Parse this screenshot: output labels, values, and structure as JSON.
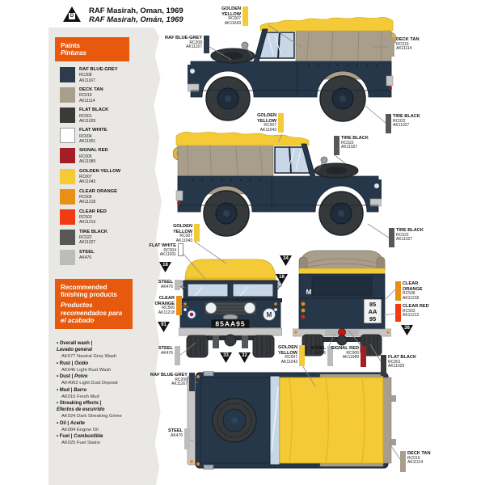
{
  "header": {
    "badge_letter": "D",
    "title_en": "RAF Masirah, Oman, 1969",
    "title_es": "RAF Masirah, Omán, 1969"
  },
  "sidebar": {
    "paints_title_en": "Paints",
    "paints_title_es": "Pinturas",
    "paints": [
      {
        "key": "rafblue",
        "name": "RAF BLUE-GREY",
        "code": "RC208",
        "ak": "AK11167",
        "hex": "#2d3b4b"
      },
      {
        "key": "decktan",
        "name": "DECK TAN",
        "code": "RC019",
        "ak": "AK11114",
        "hex": "#a89e8b"
      },
      {
        "key": "flatblack",
        "name": "FLAT BLACK",
        "code": "RC001",
        "ak": "AK11029",
        "hex": "#3a3a3a"
      },
      {
        "key": "flatwhite",
        "name": "FLAT WHITE",
        "code": "RC004",
        "ak": "AK11001",
        "hex": "#ffffff"
      },
      {
        "key": "signalred",
        "name": "SIGNAL RED",
        "code": "RC005",
        "ak": "AK11089",
        "hex": "#a41e24"
      },
      {
        "key": "goldenyellow",
        "name": "GOLDEN YELLOW",
        "code": "RC007",
        "ak": "AK11043",
        "hex": "#f4ca36"
      },
      {
        "key": "clearorange",
        "name": "CLEAR ORANGE",
        "code": "RC506",
        "ak": "AK11218",
        "hex": "#e79015"
      },
      {
        "key": "clearred",
        "name": "CLEAR RED",
        "code": "RC503",
        "ak": "AK11213",
        "hex": "#f03c12"
      },
      {
        "key": "tireblack",
        "name": "TIRE BLACK",
        "code": "RC022",
        "ak": "AK11027",
        "hex": "#575757"
      },
      {
        "key": "steel",
        "name": "STEEL",
        "code": "",
        "ak": "AK476",
        "hex": "#bcbcbc"
      }
    ],
    "finishing_title_en": "Recommended finishing products",
    "finishing_title_es": "Productos recomendados para el acabado",
    "products": [
      {
        "en": "Overall wash |",
        "es": "Lavado general",
        "item": "AK677 Neutral Grey Wash",
        "stack": true
      },
      {
        "en": "Rust |",
        "es": "Óxido",
        "item": "AK046 Light Rust Wash",
        "stack": false
      },
      {
        "en": "Dust |",
        "es": "Polvo",
        "item": "AK4062 Light Dust Deposit",
        "stack": false
      },
      {
        "en": "Mud |",
        "es": "Barro",
        "item": "AK016 Fresh Mud",
        "stack": false
      },
      {
        "en": "Streaking effects |",
        "es": "Efectos de escurrido",
        "item": "AK024 Dark Streaking Grime",
        "stack": true
      },
      {
        "en": "Oil |",
        "es": "Aceite",
        "item": "AK084 Engine Oil",
        "stack": false
      },
      {
        "en": "Fuel |",
        "es": "Combustible",
        "item": "AK025 Fuel Stains",
        "stack": false
      }
    ]
  },
  "markings": {
    "front_plate": "85AA95",
    "rear_plate_lines": [
      "85",
      "AA",
      "95"
    ],
    "unit_letter": "M"
  },
  "decal_markers": [
    "18",
    "91",
    "33",
    "32",
    "34",
    "18",
    "38"
  ],
  "colors": {
    "accent_orange": "#e75a0d",
    "body_blue": "#263749",
    "canvas_tan": "#a89e8b",
    "canvas_yellow": "#f4ca36",
    "glass": "#c7d7e8",
    "steel": "#c6c6c6",
    "tire": "#35393c"
  }
}
